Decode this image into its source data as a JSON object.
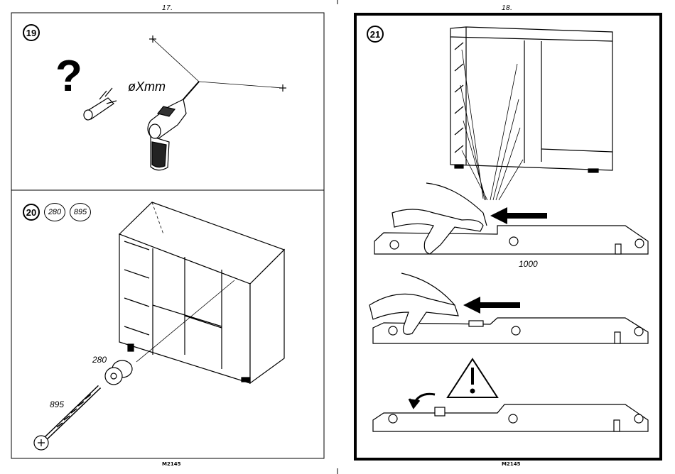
{
  "pages": {
    "left": {
      "number": "17.",
      "footer_code": "M2145"
    },
    "right": {
      "number": "18.",
      "footer_code": "M2145"
    }
  },
  "steps": {
    "s19": {
      "badge": "19",
      "question": "?",
      "drill_label": "øXmm"
    },
    "s20": {
      "badge": "20",
      "part_a": "280",
      "part_b": "895",
      "callout_280": "280",
      "callout_895": "895"
    },
    "s21": {
      "badge": "21",
      "part_label": "1000"
    }
  },
  "icons": [
    "question-icon",
    "drill-icon",
    "dowel-icon",
    "screw-icon",
    "cap-icon",
    "hand-icon",
    "arrow-left-icon",
    "warning-icon",
    "curved-arrow-icon"
  ]
}
